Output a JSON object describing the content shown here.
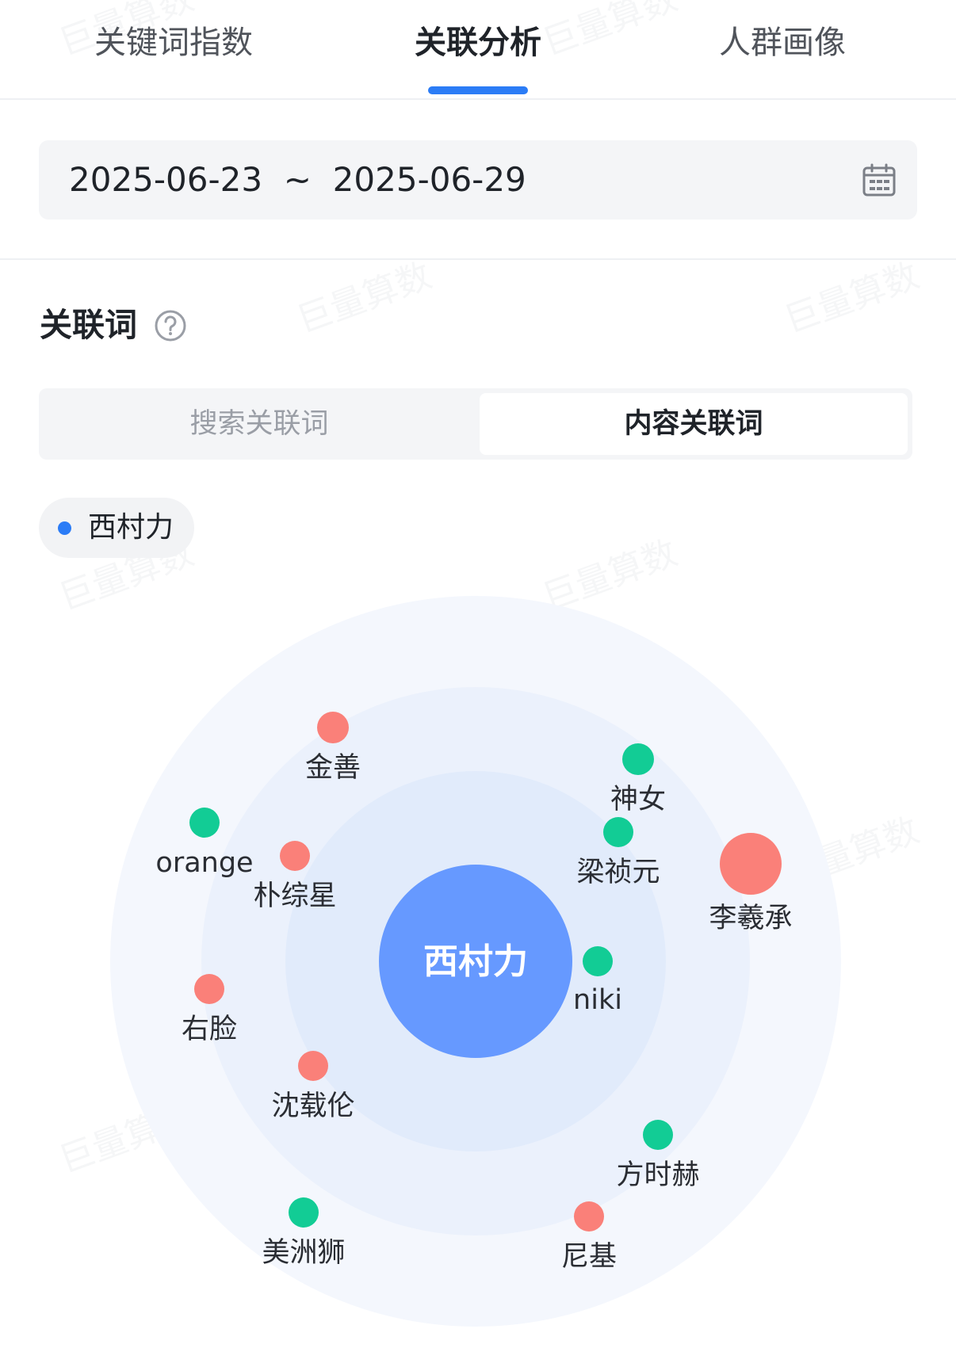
{
  "tabs": [
    {
      "label": "关键词指数",
      "active": false
    },
    {
      "label": "关联分析",
      "active": true
    },
    {
      "label": "人群画像",
      "active": false
    }
  ],
  "date_range": {
    "text": "2025-06-23  ~  2025-06-29",
    "icon": "calendar-icon"
  },
  "section": {
    "title": "关联词",
    "help_icon": "question-circle-icon"
  },
  "segment": {
    "options": [
      "搜索关联词",
      "内容关联词"
    ],
    "selected": "内容关联词"
  },
  "keyword_chip": {
    "label": "西村力",
    "dot_color": "#2b7cf6"
  },
  "watermark": {
    "text": "巨量算数"
  },
  "colors": {
    "accent": "#2b7cf6",
    "center": "#6699ff",
    "red": "#fa8079",
    "green": "#12cc95"
  },
  "graph": {
    "center": {
      "label": "西村力"
    },
    "nodes": [
      {
        "label": "金善",
        "color": "red"
      },
      {
        "label": "神女",
        "color": "green"
      },
      {
        "label": "orange",
        "color": "green"
      },
      {
        "label": "朴综星",
        "color": "red"
      },
      {
        "label": "梁祯元",
        "color": "green"
      },
      {
        "label": "李羲承",
        "color": "red"
      },
      {
        "label": "niki",
        "color": "green"
      },
      {
        "label": "右脸",
        "color": "red"
      },
      {
        "label": "沈载伦",
        "color": "red"
      },
      {
        "label": "方时赫",
        "color": "green"
      },
      {
        "label": "美洲狮",
        "color": "green"
      },
      {
        "label": "尼基",
        "color": "red"
      }
    ]
  }
}
